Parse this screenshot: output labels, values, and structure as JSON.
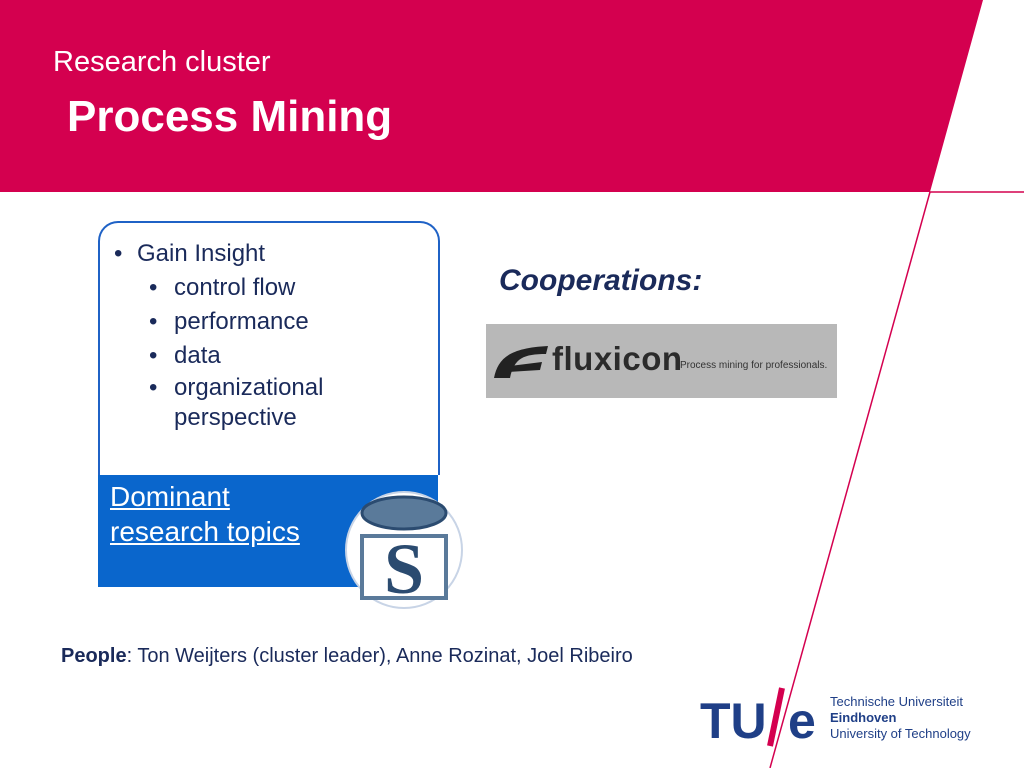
{
  "header": {
    "subtitle": "Research cluster",
    "title": "Process Mining",
    "color": "#d4004f"
  },
  "topics": {
    "bullets": [
      {
        "label": "Gain Insight",
        "children": [
          "control flow",
          "performance",
          "data",
          "organizational perspective"
        ]
      }
    ],
    "footer_link": "Dominant research topics",
    "accent": "#0a66cc"
  },
  "cooperations": {
    "heading": "Cooperations:",
    "partner": {
      "name": "fluxicon",
      "tagline": "Process mining for professionals."
    }
  },
  "people": {
    "label": "People",
    "text": ": Ton Weijters (cluster leader), Anne Rozinat, Joel Ribeiro"
  },
  "branding": {
    "logo_text": "TU/e",
    "lines": [
      "Technische Universiteit",
      "Eindhoven",
      "University of Technology"
    ]
  }
}
